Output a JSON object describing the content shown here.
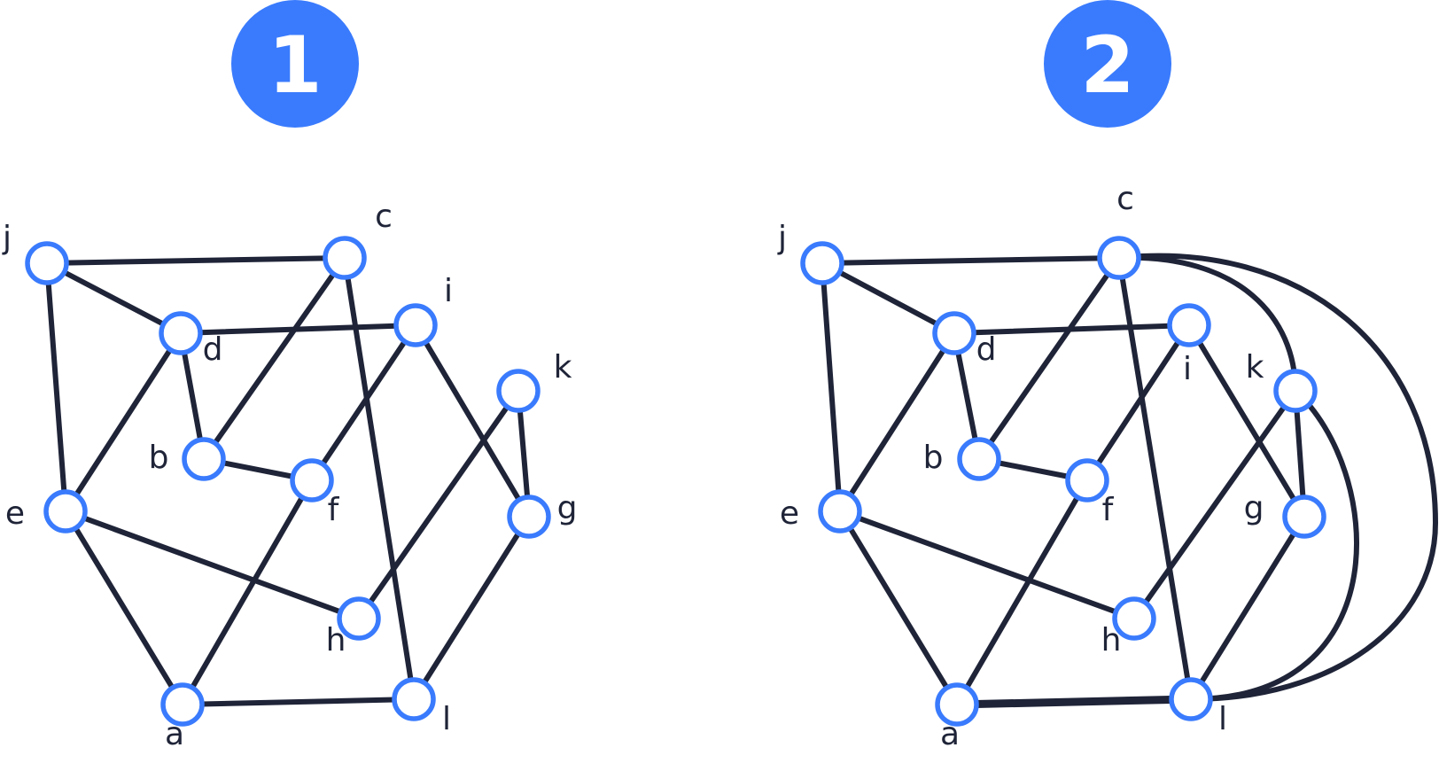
{
  "colors": {
    "edge": "#1f2438",
    "node_stroke": "#3a7bfd",
    "badge": "#3a7bfd",
    "label": "#1f2438"
  },
  "diagrams": [
    {
      "badge": "1",
      "nodes": [
        {
          "id": "j",
          "label": "j"
        },
        {
          "id": "c",
          "label": "c"
        },
        {
          "id": "d",
          "label": "d"
        },
        {
          "id": "i",
          "label": "i"
        },
        {
          "id": "k",
          "label": "k"
        },
        {
          "id": "b",
          "label": "b"
        },
        {
          "id": "f",
          "label": "f"
        },
        {
          "id": "g",
          "label": "g"
        },
        {
          "id": "e",
          "label": "e"
        },
        {
          "id": "h",
          "label": "h"
        },
        {
          "id": "a",
          "label": "a"
        },
        {
          "id": "l",
          "label": "l"
        }
      ],
      "edges": [
        [
          "j",
          "c"
        ],
        [
          "j",
          "d"
        ],
        [
          "j",
          "e"
        ],
        [
          "d",
          "i"
        ],
        [
          "d",
          "b"
        ],
        [
          "d",
          "e"
        ],
        [
          "c",
          "b"
        ],
        [
          "c",
          "l"
        ],
        [
          "i",
          "f"
        ],
        [
          "i",
          "g"
        ],
        [
          "b",
          "f"
        ],
        [
          "f",
          "a"
        ],
        [
          "k",
          "g"
        ],
        [
          "k",
          "h"
        ],
        [
          "e",
          "h"
        ],
        [
          "e",
          "a"
        ],
        [
          "g",
          "l"
        ],
        [
          "a",
          "l"
        ]
      ]
    },
    {
      "badge": "2",
      "nodes": [
        {
          "id": "j",
          "label": "j"
        },
        {
          "id": "c",
          "label": "c"
        },
        {
          "id": "d",
          "label": "d"
        },
        {
          "id": "i",
          "label": "i"
        },
        {
          "id": "k",
          "label": "k"
        },
        {
          "id": "b",
          "label": "b"
        },
        {
          "id": "f",
          "label": "f"
        },
        {
          "id": "g",
          "label": "g"
        },
        {
          "id": "e",
          "label": "e"
        },
        {
          "id": "h",
          "label": "h"
        },
        {
          "id": "a",
          "label": "a"
        },
        {
          "id": "l",
          "label": "l"
        }
      ],
      "edges": [
        [
          "j",
          "c"
        ],
        [
          "j",
          "d"
        ],
        [
          "j",
          "e"
        ],
        [
          "d",
          "i"
        ],
        [
          "d",
          "b"
        ],
        [
          "d",
          "e"
        ],
        [
          "c",
          "b"
        ],
        [
          "c",
          "l"
        ],
        [
          "i",
          "f"
        ],
        [
          "i",
          "g"
        ],
        [
          "b",
          "f"
        ],
        [
          "f",
          "a"
        ],
        [
          "k",
          "g"
        ],
        [
          "k",
          "h"
        ],
        [
          "e",
          "h"
        ],
        [
          "e",
          "a"
        ],
        [
          "g",
          "l"
        ],
        [
          "a",
          "l"
        ],
        [
          "c",
          "k"
        ],
        [
          "c",
          "l"
        ],
        [
          "k",
          "l"
        ]
      ]
    }
  ]
}
